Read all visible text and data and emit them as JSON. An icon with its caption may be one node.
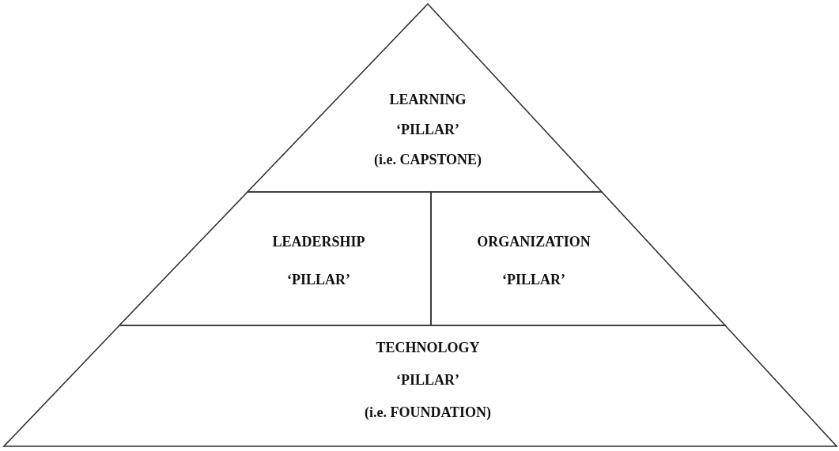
{
  "diagram": {
    "nodes": [
      {
        "text": [
          "LEARNING",
          "‘PILLAR’",
          "(i.e. CAPSTONE)"
        ]
      },
      {
        "text": [
          "LEADERSHIP",
          "‘PILLAR’"
        ]
      },
      {
        "text": [
          "ORGANIZATION",
          "‘PILLAR’"
        ]
      },
      {
        "text": [
          "TECHNOLOGY",
          "‘PILLAR’",
          "(i.e. FOUNDATION)"
        ]
      }
    ]
  }
}
